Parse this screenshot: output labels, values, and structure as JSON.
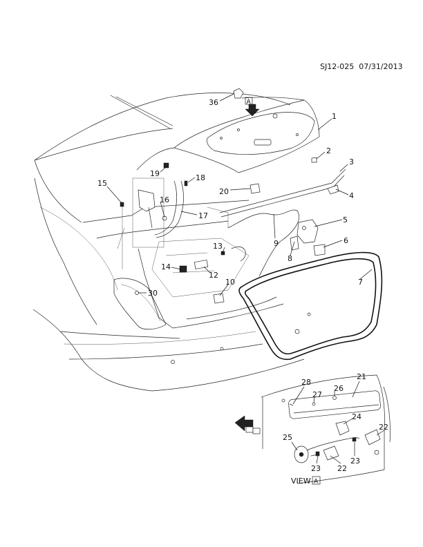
{
  "header": {
    "code": "SJ12-025",
    "date": "07/31/2013"
  },
  "view_label": "VIEW",
  "view_letter": "A",
  "arrow_letter": "A",
  "callouts": [
    {
      "n": "1"
    },
    {
      "n": "2"
    },
    {
      "n": "3"
    },
    {
      "n": "4"
    },
    {
      "n": "5"
    },
    {
      "n": "6"
    },
    {
      "n": "7"
    },
    {
      "n": "8"
    },
    {
      "n": "9"
    },
    {
      "n": "10"
    },
    {
      "n": "12"
    },
    {
      "n": "13"
    },
    {
      "n": "14"
    },
    {
      "n": "15"
    },
    {
      "n": "16"
    },
    {
      "n": "17"
    },
    {
      "n": "18"
    },
    {
      "n": "19"
    },
    {
      "n": "20"
    },
    {
      "n": "30"
    },
    {
      "n": "36"
    },
    {
      "n": "21"
    },
    {
      "n": "22"
    },
    {
      "n": "22"
    },
    {
      "n": "23"
    },
    {
      "n": "23"
    },
    {
      "n": "24"
    },
    {
      "n": "25"
    },
    {
      "n": "26"
    },
    {
      "n": "27"
    },
    {
      "n": "28"
    }
  ]
}
